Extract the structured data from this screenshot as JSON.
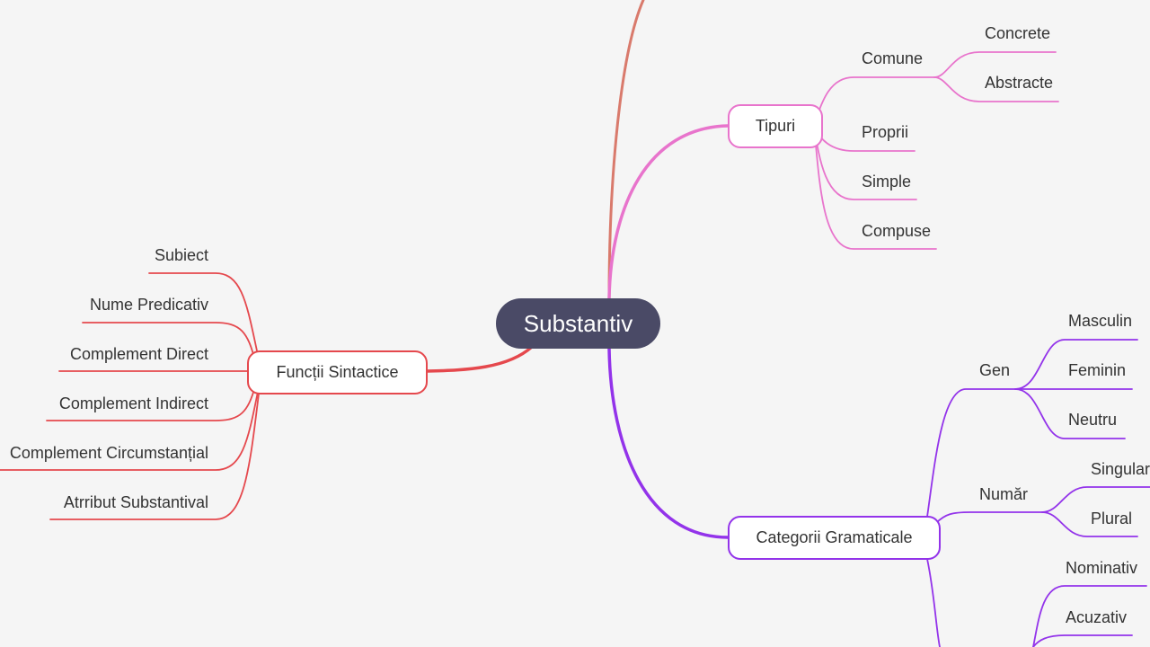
{
  "colors": {
    "background": "#f5f5f5",
    "root": "#4a4a66",
    "pink": "#e874cc",
    "purple": "#9333ea",
    "red": "#e5484d",
    "top_branch": "#d97a6c"
  },
  "root": {
    "label": "Substantiv"
  },
  "tipuri": {
    "label": "Tipuri",
    "comune": {
      "label": "Comune",
      "children": [
        "Concrete",
        "Abstracte"
      ]
    },
    "others": [
      "Proprii",
      "Simple",
      "Compuse"
    ]
  },
  "functii": {
    "label": "Funcții Sintactice",
    "children": [
      "Subiect",
      "Nume Predicativ",
      "Complement Direct",
      "Complement Indirect",
      "Complement Circumstanțial",
      "Atrribut Substantival"
    ]
  },
  "categorii": {
    "label": "Categorii Gramaticale",
    "gen": {
      "label": "Gen",
      "children": [
        "Masculin",
        "Feminin",
        "Neutru"
      ]
    },
    "numar": {
      "label": "Număr",
      "children": [
        "Singular",
        "Plural"
      ]
    },
    "caz": {
      "children": [
        "Nominativ",
        "Acuzativ"
      ]
    }
  }
}
